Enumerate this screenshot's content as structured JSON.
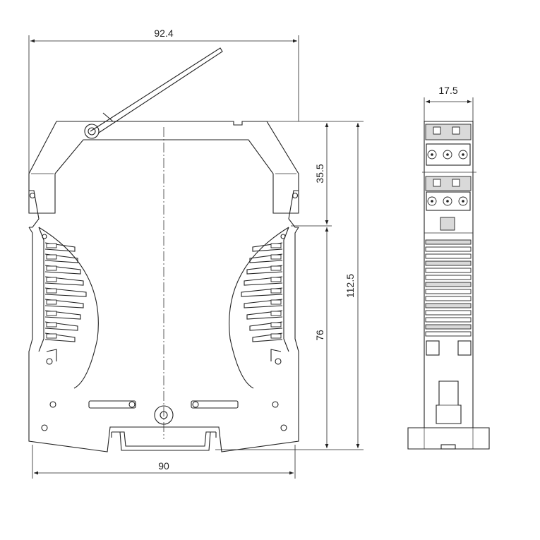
{
  "dimensions": {
    "overall_width": "92.4",
    "base_width": "90",
    "upper_height": "35.5",
    "lower_height": "76",
    "total_height": "112.5",
    "side_width": "17.5"
  },
  "colors": {
    "stroke": "#222222",
    "fill_gray": "#d9d9d9",
    "background": "#ffffff"
  }
}
